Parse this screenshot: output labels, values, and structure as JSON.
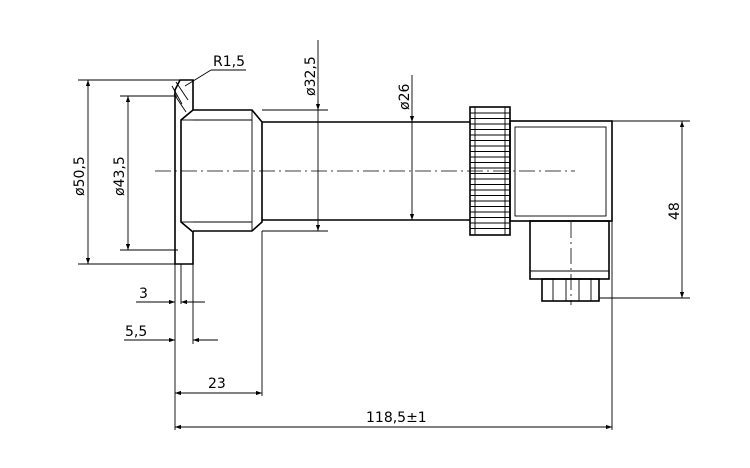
{
  "dimensions": {
    "radius": "R1,5",
    "dia_32_5": "ø32,5",
    "dia_26": "ø26",
    "dia_50_5": "ø50,5",
    "dia_43_5": "ø43,5",
    "height_48": "48",
    "len_3": "3",
    "len_5_5": "5,5",
    "len_23": "23",
    "len_total": "118,5±1"
  }
}
